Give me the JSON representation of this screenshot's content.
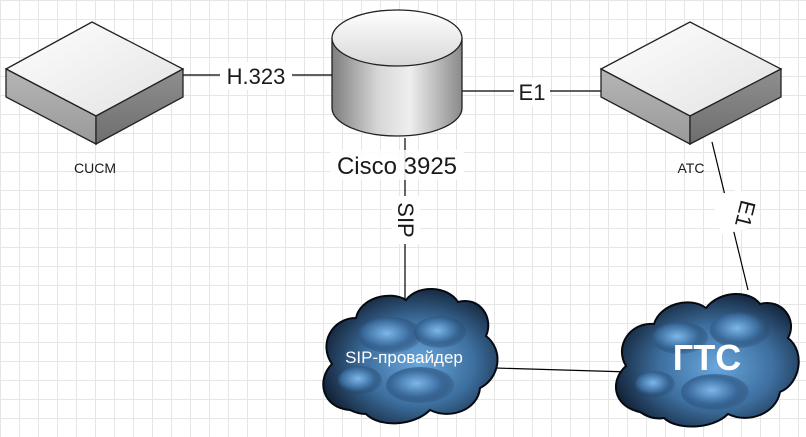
{
  "nodes": {
    "cucm": {
      "label": "CUCM",
      "icon": "switch-box-icon"
    },
    "router": {
      "label": "Cisco 3925",
      "icon": "router-cylinder-icon"
    },
    "ats": {
      "label": "АТС",
      "icon": "switch-box-icon"
    },
    "sip_provider": {
      "label": "SIP-провайдер",
      "icon": "cloud-icon"
    },
    "gts": {
      "label": "ГТС",
      "icon": "cloud-icon"
    }
  },
  "links": {
    "cucm_router": {
      "label": "H.323"
    },
    "router_ats": {
      "label": "E1"
    },
    "router_sip": {
      "label": "SIP"
    },
    "ats_gts": {
      "label": "E1"
    },
    "sip_gts": {
      "label": ""
    }
  },
  "colors": {
    "device_light": "#f4f4f4",
    "device_dark": "#8c8c8c",
    "cloud_dark": "#0a1320",
    "cloud_light": "#4f8fc9",
    "line": "#000000"
  }
}
